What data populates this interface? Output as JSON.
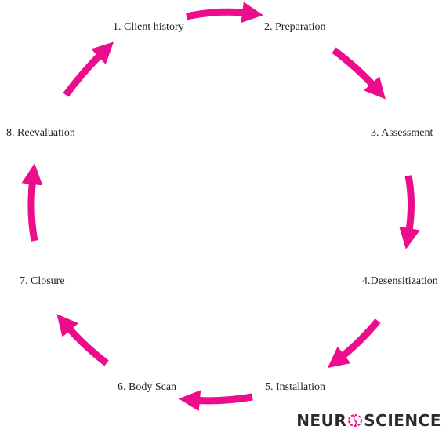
{
  "arrow_color": "#ec0c8c",
  "steps": [
    {
      "label": "1. Client history"
    },
    {
      "label": "2. Preparation"
    },
    {
      "label": "3. Assessment"
    },
    {
      "label": "4.Desensitization"
    },
    {
      "label": "5. Installation"
    },
    {
      "label": "6. Body Scan"
    },
    {
      "label": "7. Closure"
    },
    {
      "label": "8. Reevaluation"
    }
  ],
  "logo": {
    "text_left": "NEUR",
    "text_right": "SCIENCE",
    "icon": "brain-icon"
  }
}
